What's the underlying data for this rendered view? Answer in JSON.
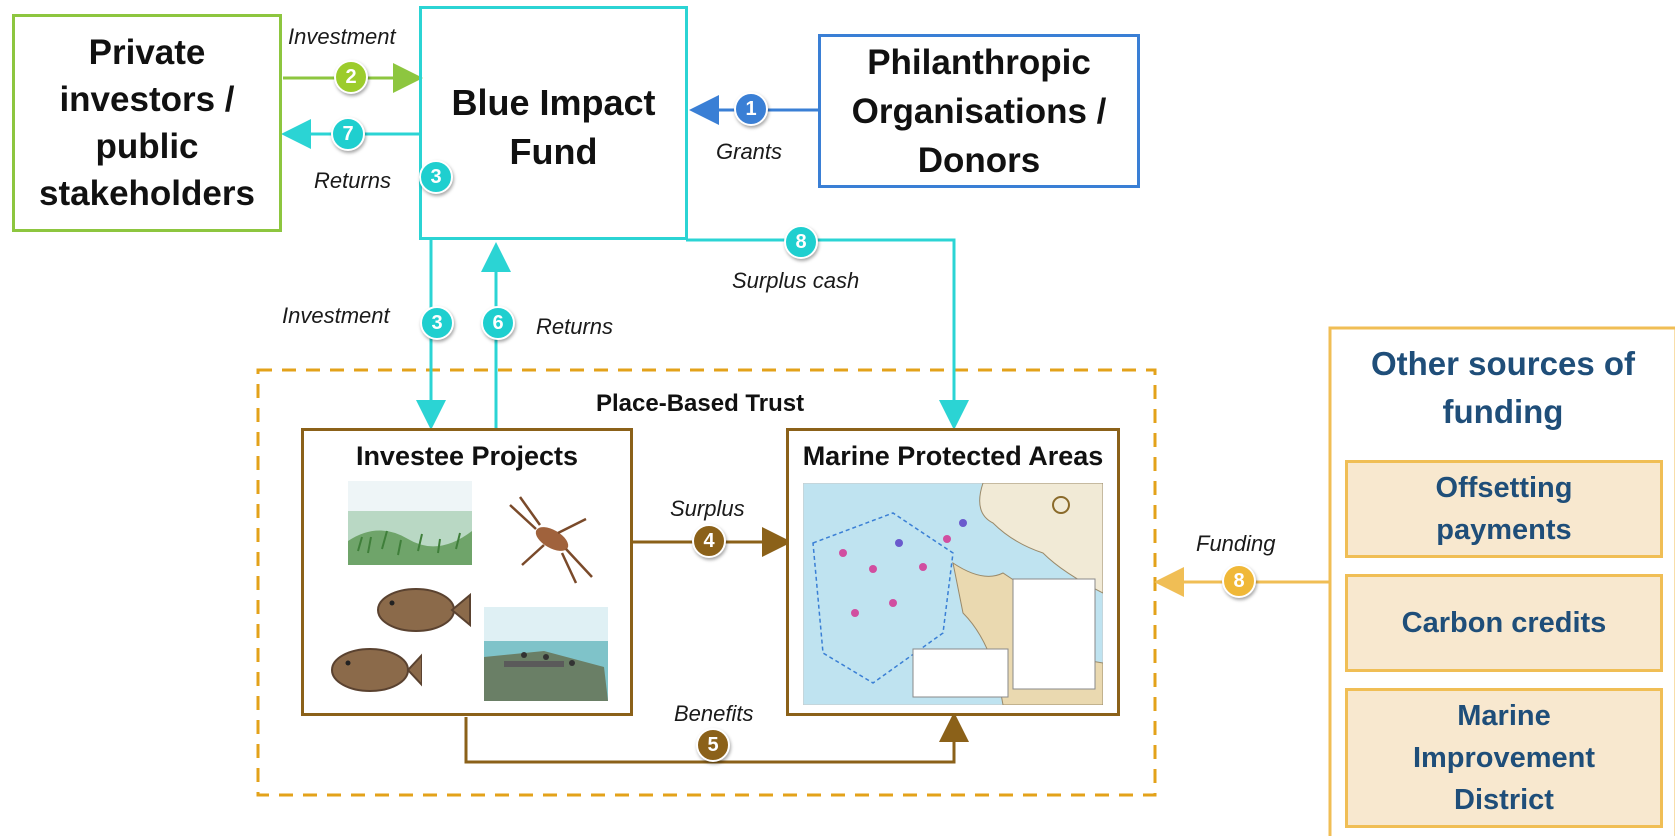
{
  "nodes": {
    "investors": "Private investors / public stakeholders",
    "fund": "Blue Impact Fund",
    "donors": "Philanthropic Organisations / Donors",
    "trust": "Place-Based Trust",
    "projects": "Investee Projects",
    "mpa": "Marine Protected Areas",
    "other": "Other sources of funding",
    "offsetting": "Offsetting payments",
    "carbon": "Carbon credits",
    "mid": "Marine Improvement District"
  },
  "flows": {
    "investment_top": "Investment",
    "returns_left": "Returns",
    "grants": "Grants",
    "surplus_cash": "Surplus cash",
    "investment_down": "Investment",
    "returns_up": "Returns",
    "surplus": "Surplus",
    "benefits": "Benefits",
    "funding": "Funding"
  },
  "badges": {
    "b1": "1",
    "b2": "2",
    "b7": "7",
    "b3a": "3",
    "b8a": "8",
    "b3b": "3",
    "b6": "6",
    "b4": "4",
    "b5": "5",
    "b8b": "8"
  },
  "colors": {
    "investors": "#8dc63f",
    "fund": "#2bd4d4",
    "donors": "#3a7fd5",
    "trust_border": "#e3a21a",
    "project_border": "#8b6119",
    "other_border": "#f0be55",
    "other_text": "#1f4e79",
    "badge_blue": "#3a7fd5",
    "badge_green": "#9ccc2c",
    "badge_cyan": "#1fcfcf",
    "badge_brown": "#8b6119",
    "badge_gold": "#f0b838"
  }
}
